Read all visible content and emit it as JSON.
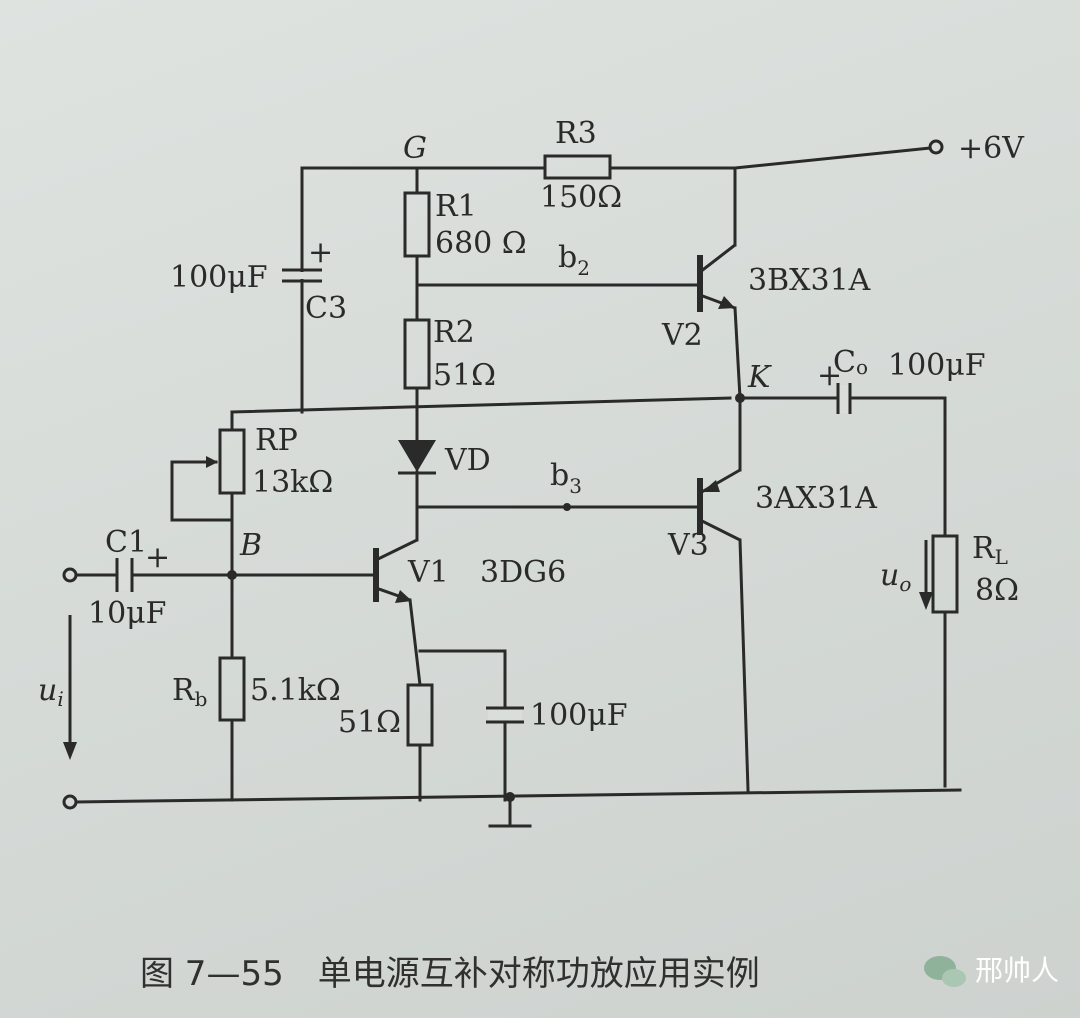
{
  "nodes": {
    "g": "G",
    "k": "K",
    "b": "B",
    "b2": "b",
    "b2_sub": "2",
    "b3": "b",
    "b3_sub": "3"
  },
  "supply": "+6V",
  "components": {
    "r3": {
      "name": "R3",
      "value": "150Ω"
    },
    "r1": {
      "name": "R1",
      "value": "680 Ω"
    },
    "r2": {
      "name": "R2",
      "value": "51Ω"
    },
    "c3": {
      "name": "C3",
      "value": "100μF",
      "polarity": "+"
    },
    "v2": {
      "name": "V2",
      "model": "3BX31A"
    },
    "co": {
      "name": "C",
      "name_sub": "o",
      "value": "100μF",
      "polarity": "+"
    },
    "rp": {
      "name": "RP",
      "value": "13kΩ"
    },
    "vd": {
      "name": "VD"
    },
    "v3": {
      "name": "V3",
      "model": "3AX31A"
    },
    "c1": {
      "name": "C1",
      "value": "10μF",
      "polarity": "+"
    },
    "v1": {
      "name": "V1",
      "model": "3DG6"
    },
    "rl": {
      "name": "R",
      "name_sub": "L",
      "value": "8Ω"
    },
    "rb": {
      "name": "R",
      "name_sub": "b",
      "value": "5.1kΩ"
    },
    "re": {
      "value": "51Ω"
    },
    "ce": {
      "value": "100μF"
    }
  },
  "signals": {
    "ui": "u",
    "ui_sub": "i",
    "uo": "u",
    "uo_sub": "o"
  },
  "caption": "图 7—55　单电源互补对称功放应用实例",
  "watermark": "邢帅人",
  "colors": {
    "ink": "#2a2a2a",
    "paper": "#d9dedb",
    "watermark_badge": "#8fb39a"
  }
}
